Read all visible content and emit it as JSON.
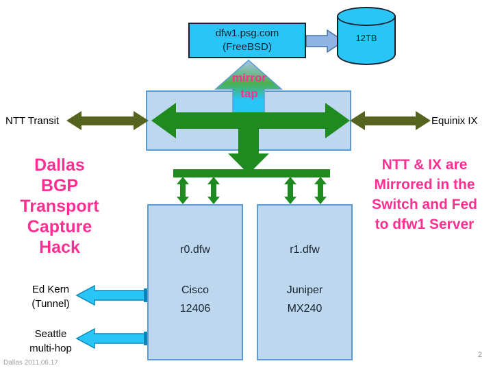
{
  "server_box": {
    "line1": "dfw1.psg.com",
    "line2": "(FreeBSD)"
  },
  "storage": {
    "label": "12TB"
  },
  "mirror_tap": {
    "line1": "mirror",
    "line2": "tap"
  },
  "transit": {
    "left_label": "NTT Transit",
    "right_label": "Equinix IX"
  },
  "routers": [
    {
      "name": "r0.dfw",
      "vendor": "Cisco",
      "model": "12406"
    },
    {
      "name": "r1.dfw",
      "vendor": "Juniper",
      "model": "MX240"
    }
  ],
  "title": {
    "lines": [
      "Dallas",
      "BGP",
      "Transport",
      "Capture",
      "Hack"
    ]
  },
  "note": {
    "lines": [
      "NTT & IX are",
      "Mirrored in the",
      "Switch and Fed",
      "to dfw1 Server"
    ]
  },
  "tunnels": [
    {
      "lines": [
        "Ed Kern",
        "(Tunnel)"
      ]
    },
    {
      "lines": [
        "Seattle",
        "multi-hop"
      ]
    }
  ],
  "footer": {
    "left": "Dallas 2011.06.17",
    "page": "2"
  },
  "colors": {
    "cyan": "#29C5F6",
    "light_blue": "#BDD7EE",
    "box_border_blue": "#5B9BD5",
    "green": "#1F8A1F",
    "olive": "#55631E",
    "steel_blue": "#8DB4E2",
    "magenta": "#FF2F92"
  }
}
